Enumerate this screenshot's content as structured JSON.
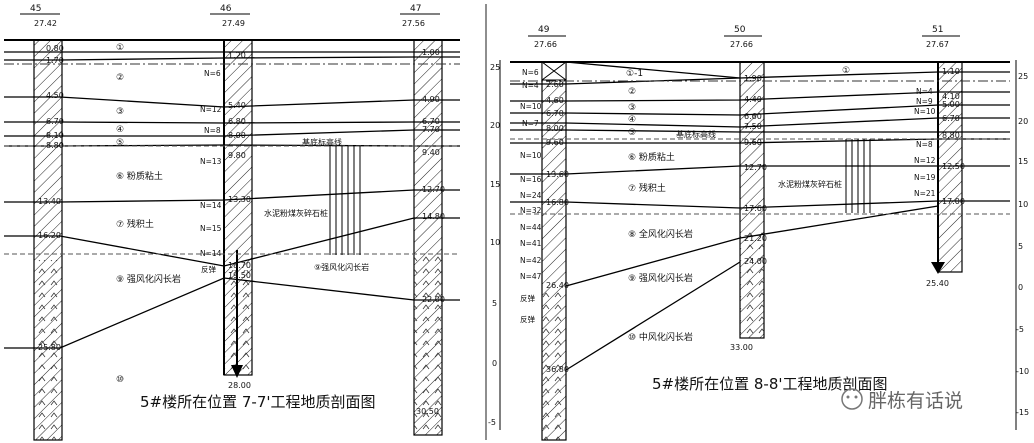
{
  "left_profile": {
    "caption": "5#楼所在位置 7-7'工程地质剖面图",
    "boreholes": [
      {
        "id": "45",
        "elevation": "27.42",
        "end_depth": "",
        "layer_depths": [
          "0.80",
          "1.70",
          "4.50",
          "6.70",
          "8.10",
          "8.80",
          "13.40",
          "16.20",
          "25.80"
        ]
      },
      {
        "id": "46",
        "elevation": "27.49",
        "end_depth": "28.00",
        "layer_depths": [
          "1.20",
          "5.40",
          "6.80",
          "8.00",
          "9.80",
          "13.30",
          "18.70",
          "19.50"
        ]
      },
      {
        "id": "47",
        "elevation": "27.56",
        "end_depth": "30.50",
        "layer_depths": [
          "1.00",
          "4.90",
          "6.70",
          "7.70",
          "9.40",
          "12.70",
          "14.80",
          "22.00"
        ]
      }
    ],
    "spt_values": [
      "N=6",
      "N=12",
      "N=8",
      "N=13",
      "N=14",
      "N=15",
      "N=14",
      "反弹"
    ],
    "layer_labels": [
      "①",
      "②",
      "③",
      "④",
      "⑤",
      "⑥ 粉质粘土",
      "⑦ 残积土",
      "⑨ 强风化闪长岩",
      "⑩"
    ],
    "notes": [
      "基底标高线",
      "水泥粉煤灰碎石桩",
      "⑨强风化闪长岩"
    ]
  },
  "right_profile": {
    "caption": "5#楼所在位置 8-8'工程地质剖面图",
    "boreholes": [
      {
        "id": "49",
        "elevation": "27.66",
        "end_depth": "",
        "layer_depths": [
          "2.60",
          "4.60",
          "6.70",
          "8.00",
          "9.60",
          "13.60",
          "16.80",
          "26.40",
          "36.80"
        ]
      },
      {
        "id": "50",
        "elevation": "27.66",
        "end_depth": "33.00",
        "layer_depths": [
          "1.90",
          "4.40",
          "6.60",
          "7.50",
          "9.60",
          "12.70",
          "17.60",
          "21.20",
          "24.00"
        ]
      },
      {
        "id": "51",
        "elevation": "27.67",
        "end_depth": "25.40",
        "layer_depths": [
          "1.10",
          "4.10",
          "5.00",
          "6.70",
          "8.80",
          "12.50",
          "17.00"
        ]
      }
    ],
    "spt_values_left": [
      "N=6",
      "N=4",
      "N=10",
      "N=7",
      "N=10",
      "N=16",
      "N=24",
      "N=32",
      "N=44",
      "N=41",
      "N=42",
      "N=47",
      "反弹",
      "反弹"
    ],
    "spt_values_right": [
      "N=4",
      "N=9",
      "N=10",
      "N=8",
      "N=12",
      "N=19",
      "N=21"
    ],
    "layer_labels": [
      "①-1",
      "①",
      "②",
      "③",
      "④",
      "⑤",
      "⑥ 粉质粘土",
      "⑦ 残积土",
      "⑧ 全风化闪长岩",
      "⑨ 强风化闪长岩",
      "⑩ 中风化闪长岩"
    ],
    "notes": [
      "基底标高线",
      "水泥粉煤灰碎石桩"
    ],
    "scale_left": [
      "25",
      "20",
      "15",
      "10",
      "5",
      "0",
      "-5"
    ],
    "scale_right": [
      "25",
      "20",
      "15",
      "10",
      "5",
      "0",
      "-5",
      "-10",
      "-15"
    ]
  },
  "watermark": "胖栋有话说"
}
